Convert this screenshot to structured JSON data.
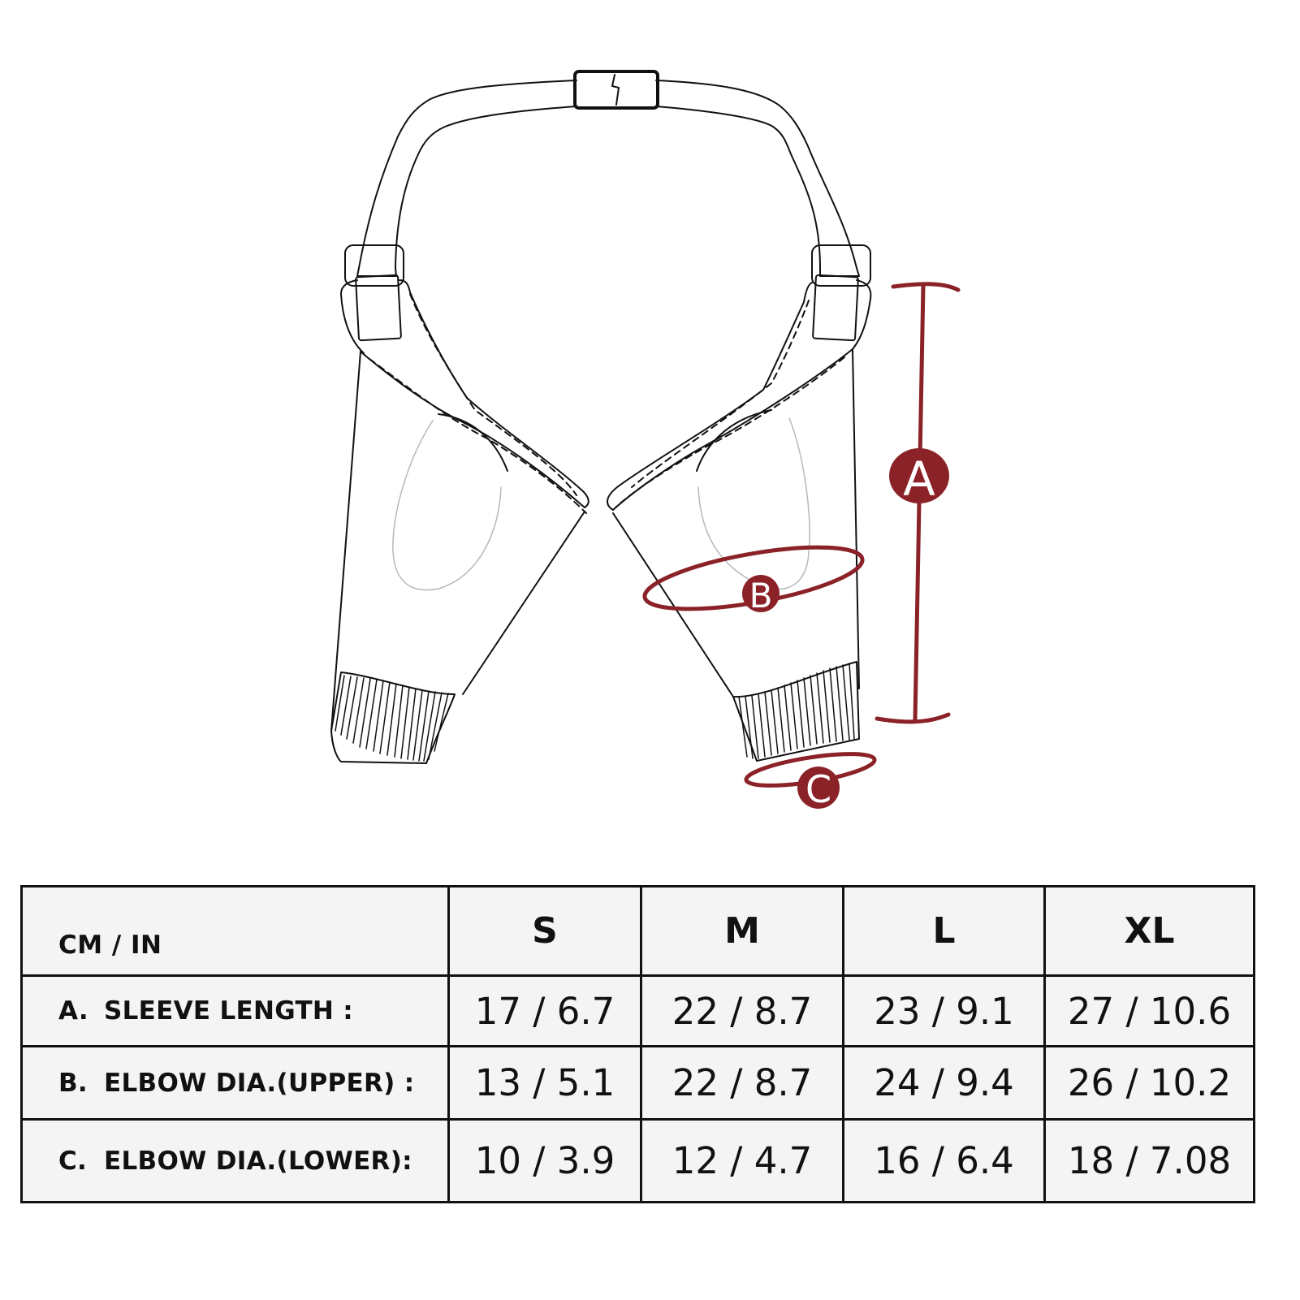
{
  "diagram": {
    "product": "elbow sleeve with shoulder strap and buckle",
    "accent_color": "#8b2228",
    "line_color": "#111111",
    "markers": [
      {
        "letter": "A",
        "meaning": "sleeve length"
      },
      {
        "letter": "B",
        "meaning": "elbow diameter (upper)"
      },
      {
        "letter": "C",
        "meaning": "elbow diameter (lower)"
      }
    ]
  },
  "table": {
    "unit_label": "CM / IN",
    "sizes": [
      "S",
      "M",
      "L",
      "XL"
    ],
    "rows": [
      {
        "letter": "A.",
        "label": "SLEEVE LENGTH :",
        "values": [
          "17 / 6.7",
          "22 / 8.7",
          "23 / 9.1",
          "27 / 10.6"
        ]
      },
      {
        "letter": "B.",
        "label": "ELBOW DIA.(UPPER) :",
        "values": [
          "13 / 5.1",
          "22 / 8.7",
          "24 / 9.4",
          "26 / 10.2"
        ]
      },
      {
        "letter": "C.",
        "label": "ELBOW DIA.(LOWER):",
        "values": [
          "10 / 3.9",
          "12 / 4.7",
          "16 / 6.4",
          "18 / 7.08"
        ]
      }
    ]
  }
}
